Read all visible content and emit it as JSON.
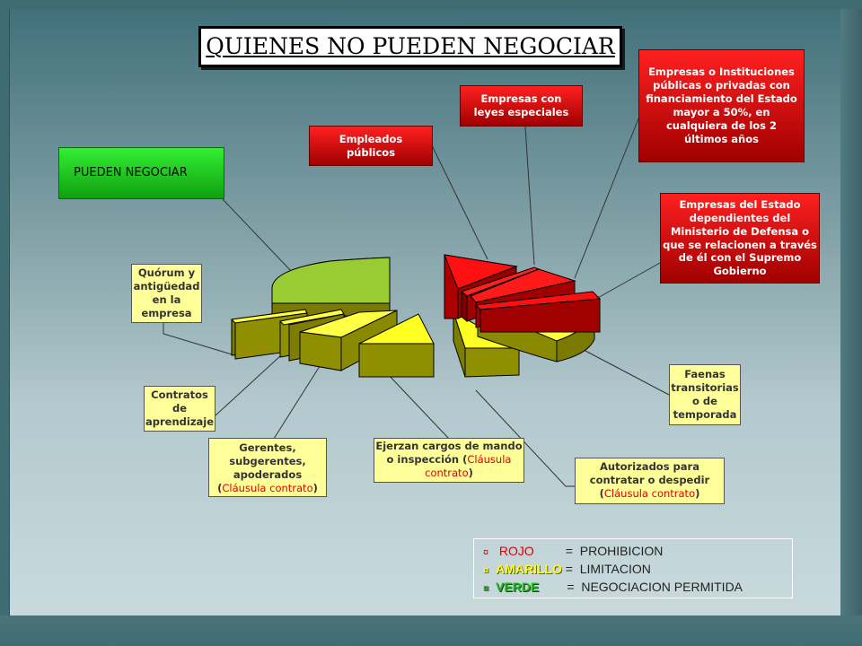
{
  "title": "QUIENES NO PUEDEN NEGOCIAR",
  "green_label": "PUEDEN NEGOCIAR",
  "red_boxes": {
    "empleados": "Empleados públicos",
    "leyes": "Empresas con leyes especiales",
    "instituciones": "Empresas o Instituciones públicas o privadas con financiamiento del Estado mayor a 50%, en cualquiera de los 2 últimos años",
    "defensa": "Empresas del Estado dependientes del Ministerio de Defensa o que se relacionen a través de él con el Supremo Gobierno"
  },
  "yellow_boxes": {
    "quorum": "Quórum y antigüedad en la empresa",
    "contratos": "Contratos de aprendizaje",
    "gerentes_a": "Gerentes, subgerentes, apoderados",
    "gerentes_b": "(",
    "gerentes_c": "Cláusula contrato",
    "gerentes_d": ")",
    "ejerzan_a": "Ejerzan cargos de mando o inspección (",
    "ejerzan_b": "Cláusula contrato",
    "ejerzan_c": ")",
    "autorizados_a": "Autorizados para contratar o despedir",
    "autorizados_b": "(",
    "autorizados_c": "Cláusula contrato",
    "autorizados_d": ")",
    "faenas": "Faenas transitorias o de temporada"
  },
  "legend": {
    "rows": [
      {
        "key": "ROJO",
        "sep": "=",
        "value": "PROHIBICION",
        "bullet": "¤"
      },
      {
        "key": "AMARILLO",
        "sep": "=",
        "value": "LIMITACION",
        "bullet": "¤"
      },
      {
        "key": "VERDE",
        "sep": "=",
        "value": "NEGOCIACION PERMITIDA",
        "bullet": "¤"
      }
    ]
  },
  "colors": {
    "red": "#e00000",
    "yellow": "#ffff00",
    "green": "#99cc33",
    "olive": "#8a8a00"
  }
}
